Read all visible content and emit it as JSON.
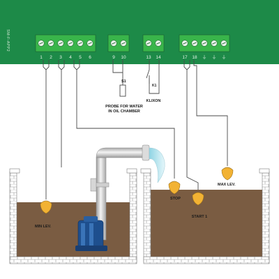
{
  "board": {
    "name": "SM-F-APP2",
    "color": "#1d8a48",
    "terminal_color": "#39b54a",
    "groups": [
      {
        "id": "left",
        "labels": [
          "1",
          "2",
          "3",
          "4",
          "5",
          "6"
        ]
      },
      {
        "id": "probe",
        "labels": [
          "9",
          "10"
        ]
      },
      {
        "id": "klixon",
        "labels": [
          "13",
          "14"
        ]
      },
      {
        "id": "right",
        "labels": [
          "17",
          "18",
          "⏚",
          "⏚",
          "⏚"
        ]
      }
    ]
  },
  "labels": {
    "s1": "S1",
    "probe_line1": "PROBE FOR WATER",
    "probe_line2": "IN OIL CHAMBER",
    "k1": "K1",
    "klixon": "KLIXON",
    "min_lev": "MIN LEV.",
    "stop": "STOP",
    "start1": "START 1",
    "max_lev": "MAX LEV."
  },
  "colors": {
    "tank_fill": "#7a5c42",
    "wall": "#ffffff",
    "wall_stroke": "#7b7b7b",
    "float": "#f2b233",
    "pump": "#1e4f8e",
    "pipe": "#d9d9d9",
    "wire": "#4a4a4a"
  }
}
